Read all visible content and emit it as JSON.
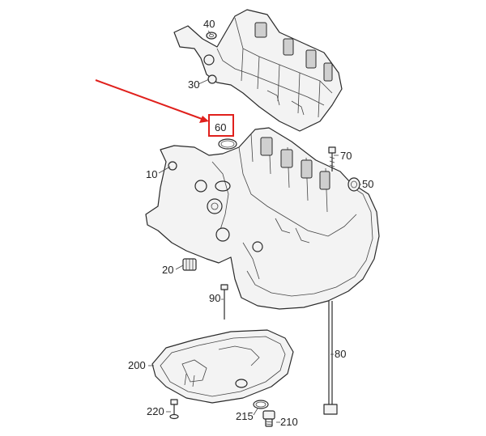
{
  "diagram": {
    "labels": {
      "p10": "10",
      "p20": "20",
      "p30": "30",
      "p40": "40",
      "p50": "50",
      "p60": "60",
      "p70": "70",
      "p80": "80",
      "p90": "90",
      "p200": "200",
      "p210": "210",
      "p215": "215",
      "p220": "220"
    },
    "highlight_color": "#e0201c"
  }
}
